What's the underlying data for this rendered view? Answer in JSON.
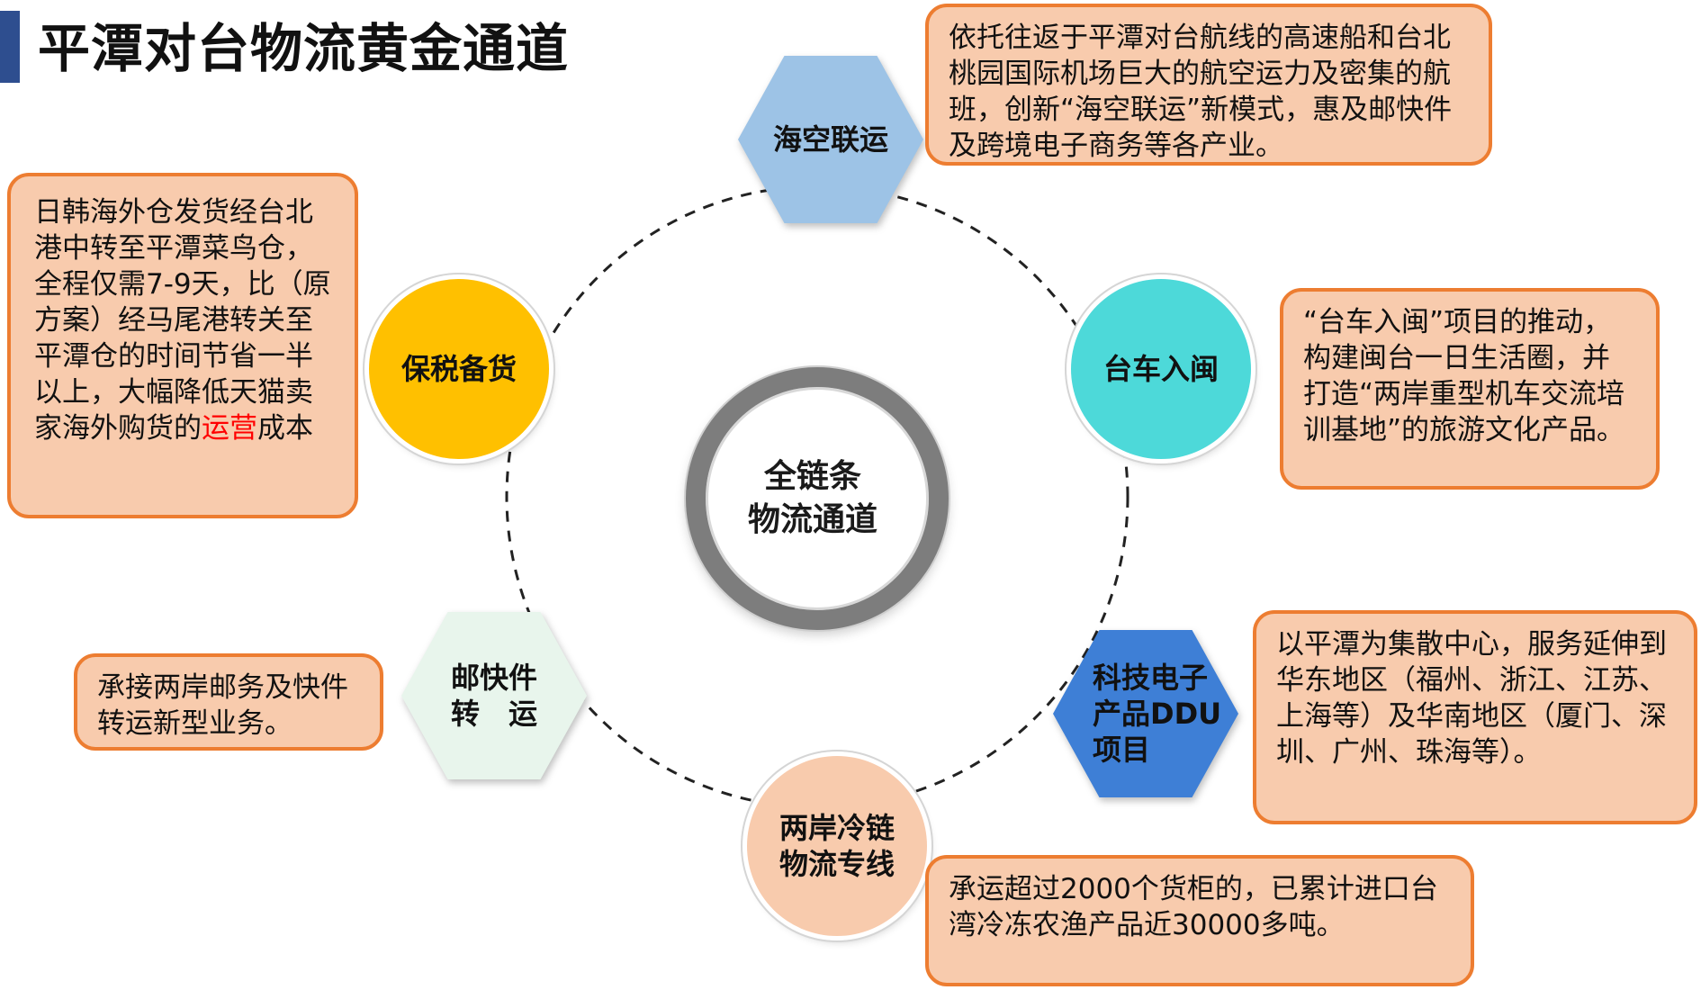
{
  "page": {
    "title": "平潭对台物流黄金通道"
  },
  "center": {
    "label": "全链条\n物流通道"
  },
  "nodes": {
    "sea_air": {
      "label": "海空联运",
      "shape": "hexagon",
      "color": "#9dc3e6",
      "description": "依托往返于平潭对台航线的高速船和台北桃园国际机场巨大的航空运力及密集的航班，创新“海空联运”新模式，惠及邮快件及跨境电子商务等各产业。"
    },
    "taiwan_car": {
      "label": "台车入闽",
      "shape": "circle",
      "color": "#4dd9d9",
      "description": "“台车入闽”项目的推动，构建闽台一日生活圈，并打造“两岸重型机车交流培训基地”的旅游文化产品。"
    },
    "ddu": {
      "label": "科技电子\n产品DDU\n项目",
      "shape": "hexagon",
      "color": "#3e7fd6",
      "description": "以平潭为集散中心，服务延伸到华东地区（福州、浙江、江苏、上海等）及华南地区（厦门、深圳、广州、珠海等）。"
    },
    "cold_chain": {
      "label": "两岸冷链\n物流专线",
      "shape": "circle",
      "color": "#f8cbad",
      "description": "承运超过2000个货柜的，已累计进口台湾冷冻农渔产品近30000多吨。"
    },
    "postal": {
      "label": "邮快件\n转　运",
      "shape": "hexagon",
      "color": "#e8f5ec",
      "description": "承接两岸邮务及快件转运新型业务。"
    },
    "bonded": {
      "label": "保税备货",
      "shape": "circle",
      "color": "#ffc000",
      "description_before": "日韩海外仓发货经台北港中转至平潭菜鸟仓，全程仅需7-9天，比（原方案）经马尾港转关至平潭仓的时间节省一半以上，大幅降低天猫卖家海外购货的",
      "description_highlight": "运营",
      "description_after": "成本",
      "highlight_color": "#ff0000"
    }
  },
  "colors": {
    "desc_fill": "#f8cbad",
    "desc_border": "#ed7d31",
    "title_accent": "#2e4e8f",
    "center_ring": "#7d7d7d"
  }
}
